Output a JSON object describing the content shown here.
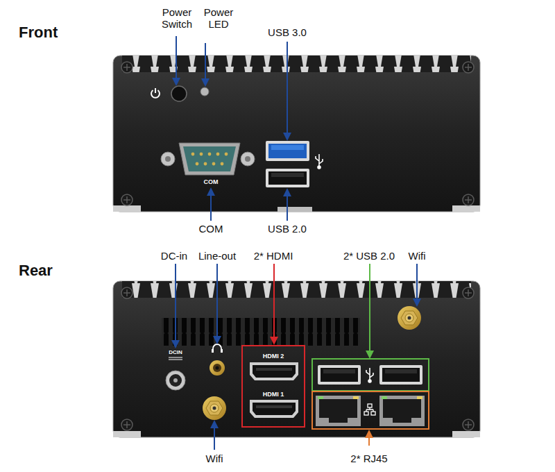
{
  "diagram": {
    "nodes": [
      {
        "text": [
          "HDMI 2",
          "HDMI 1"
        ]
      }
    ],
    "labels": [
      "Front",
      "Power Switch",
      "Power LED",
      "USB 3.0",
      "COM",
      "COM",
      "USB 2.0",
      "Rear",
      "DC-in",
      "Line-out",
      "2* HDMI",
      "2* USB 2.0",
      "Wifi",
      "DCIN",
      "Wifi",
      "2* RJ45"
    ]
  }
}
